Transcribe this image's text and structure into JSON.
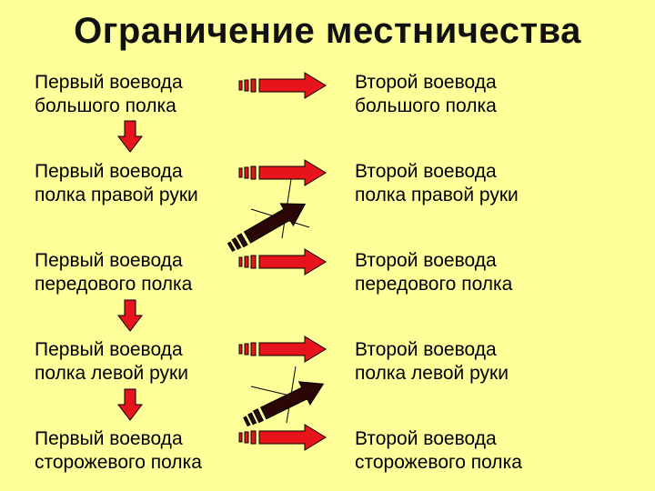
{
  "title": "Ограничение местничества",
  "rows": [
    {
      "left": [
        "Первый воевода",
        "большого полка"
      ],
      "right": [
        "Второй воевода",
        "большого полка"
      ]
    },
    {
      "left": [
        "Первый воевода",
        "полка правой руки"
      ],
      "right": [
        "Второй воевода",
        "полка правой руки"
      ]
    },
    {
      "left": [
        "Первый воевода",
        "передового полка"
      ],
      "right": [
        "Второй воевода",
        "передового полка"
      ]
    },
    {
      "left": [
        "Первый воевода",
        "полка левой руки"
      ],
      "right": [
        "Второй воевода",
        "полка левой руки"
      ]
    },
    {
      "left": [
        "Первый воевода",
        "сторожевого полка"
      ],
      "right": [
        "Второй воевода",
        "сторожевого полка"
      ]
    }
  ],
  "colors": {
    "background": "#ffff99",
    "red_arrow": "#e8141c",
    "black_arrow": "#2a0606",
    "outline": "#000000"
  }
}
